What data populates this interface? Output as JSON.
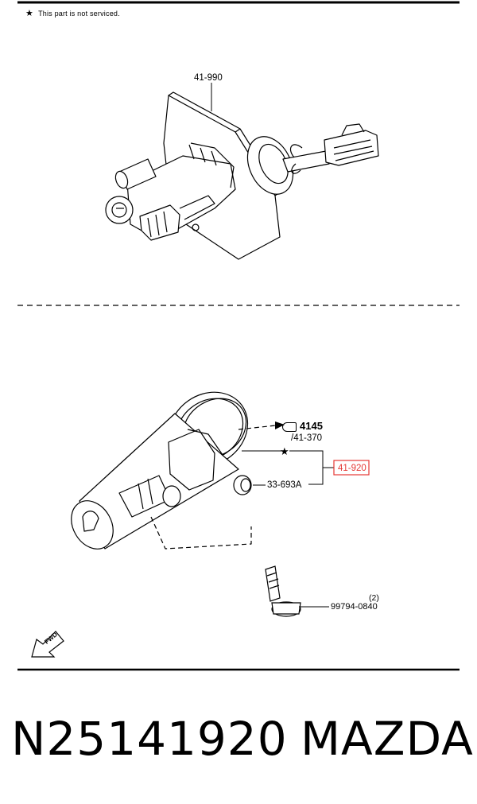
{
  "note": {
    "symbol": "★",
    "text": "This part is not serviced."
  },
  "upper_assembly": {
    "part_number": "41-990"
  },
  "lower_assembly": {
    "fastener_symbol": "4145",
    "ref_code": "/41-370",
    "star_symbol": "★",
    "highlighted_part": "41-920",
    "highlight_color": "#e53935",
    "grommet_part": "33-693A",
    "bolt_part": "99794-0840",
    "bolt_qty": "(2)",
    "front_label": "FWD"
  },
  "footer": {
    "part_code": "N25141920",
    "brand": "MAZDA"
  }
}
